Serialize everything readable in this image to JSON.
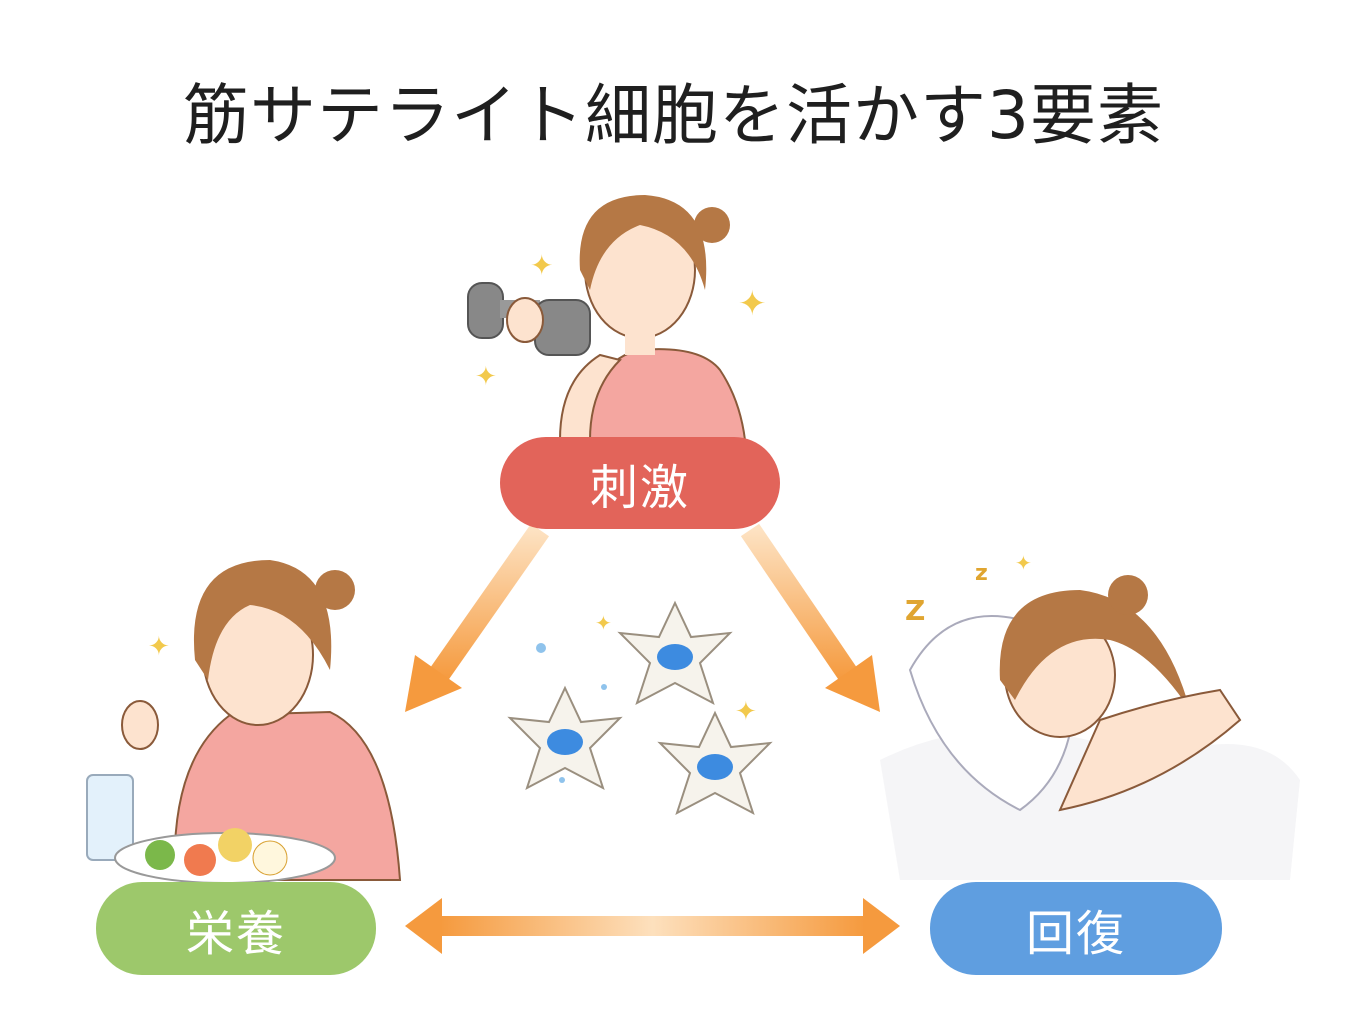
{
  "title": "筋サテライト細胞を活かす3要素",
  "elements": [
    {
      "label": "刺激",
      "color": "#e2645a"
    },
    {
      "label": "栄養",
      "color": "#9dc86b"
    },
    {
      "label": "回復",
      "color": "#5f9ee0"
    }
  ],
  "arrow_color": "#f5a04a"
}
